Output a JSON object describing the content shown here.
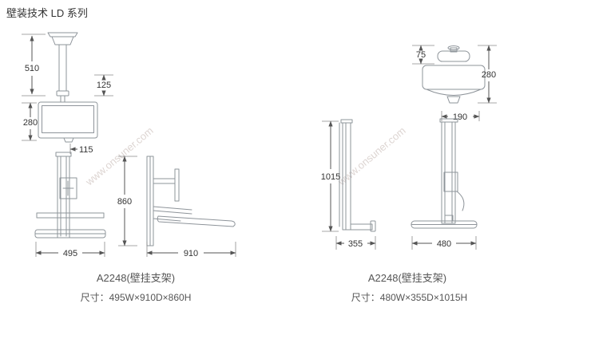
{
  "page": {
    "title": "壁装技术 LD 系列",
    "watermark": "www.onsuner.com"
  },
  "figure_left": {
    "dims": {
      "d510": "510",
      "d125": "125",
      "d280": "280",
      "d115": "115",
      "d860": "860",
      "d495": "495",
      "d910": "910"
    },
    "caption": "A2248(壁挂支架)",
    "size": "尺寸：495W×910D×860H"
  },
  "figure_right": {
    "dims": {
      "d75": "75",
      "d280": "280",
      "d190": "190",
      "d1015": "1015",
      "d355": "355",
      "d480": "480"
    },
    "caption": "A2248(壁挂支架)",
    "size": "尺寸：480W×355D×1015H"
  }
}
